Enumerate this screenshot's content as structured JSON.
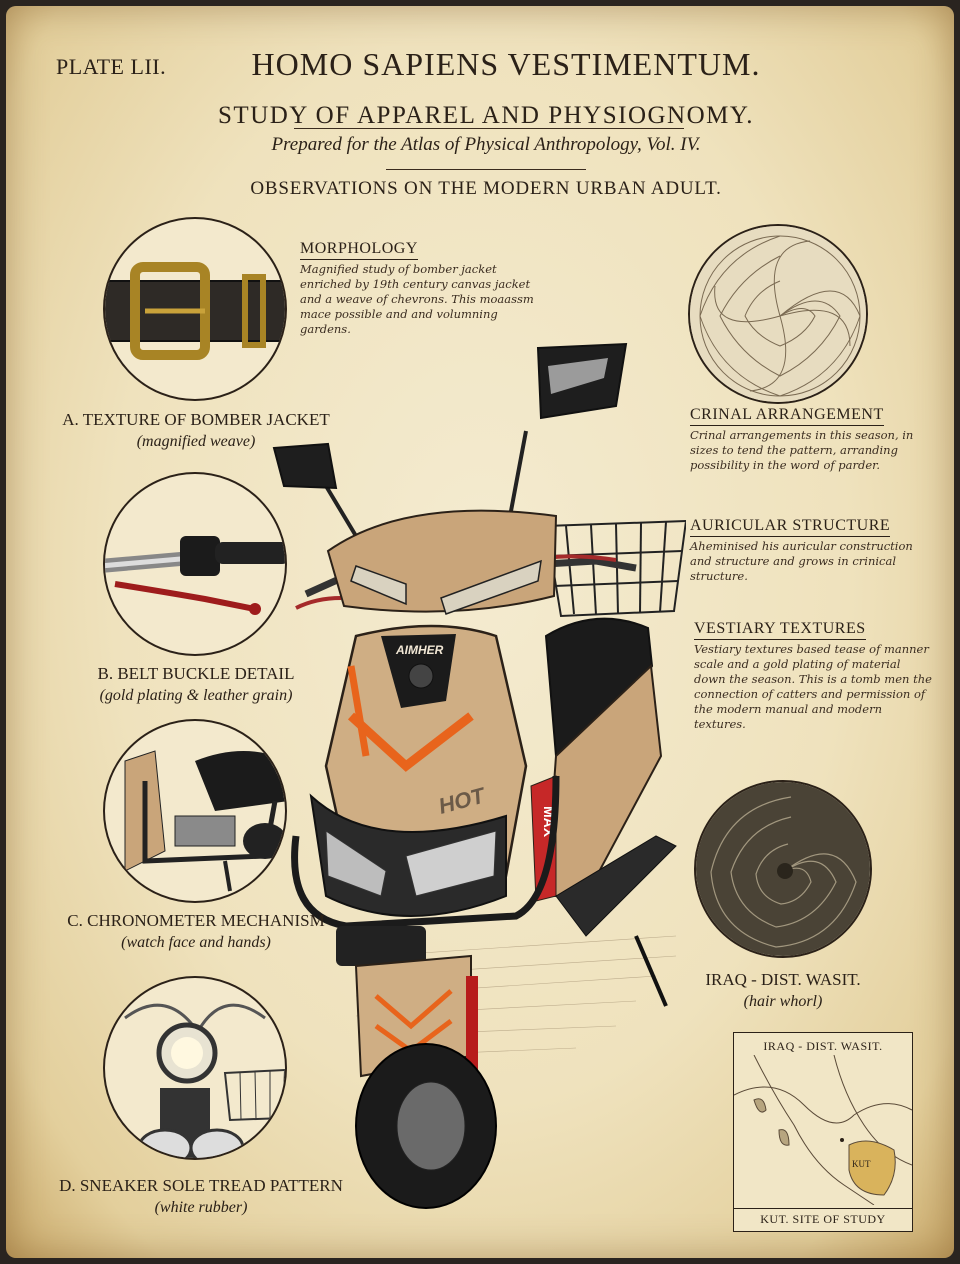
{
  "header": {
    "plate": "PLATE LII.",
    "title": "HOMO SAPIENS VESTIMENTUM.",
    "subtitle": "STUDY OF APPAREL AND PHYSIOGNOMY.",
    "prepared": "Prepared for the Atlas of Physical Anthropology, Vol. IV.",
    "observations": "OBSERVATIONS ON THE MODERN URBAN ADULT."
  },
  "figures": [
    {
      "label": "A. TEXTURE OF BOMBER JACKET",
      "sub": "(magnified weave)",
      "icon": "belt-buckle-icon"
    },
    {
      "label": "B. BELT BUCKLE DETAIL",
      "sub": "(gold plating & leather grain)",
      "icon": "handlebar-lever-icon"
    },
    {
      "label": "C. CHRONOMETER MECHANISM",
      "sub": "(watch face and hands)",
      "icon": "scooter-frame-icon"
    },
    {
      "label": "D. SNEAKER SOLE TREAD PATTERN",
      "sub": "(white rubber)",
      "icon": "headlamp-icon"
    }
  ],
  "notes": {
    "morphology": {
      "heading": "MORPHOLOGY",
      "body": "Magnified study of bomber jacket enriched by 19th century canvas jacket and a weave of chevrons. This moaassm mace possible and and volumning gardens."
    },
    "crinal": {
      "heading": "CRINAL ARRANGEMENT",
      "body": "Crinal arrangements in this season, in sizes to tend the pattern, arranding possibility in the word of parder."
    },
    "auricular": {
      "heading": "AURICULAR STRUCTURE",
      "body": "Aheminised his auricular construction and structure and grows in crinical structure."
    },
    "vestiary": {
      "heading": "VESTIARY TEXTURES",
      "body": "Vestiary textures based tease of manner scale and a gold plating of material down the season. This is a tomb men the connection of catters and permission of the modern manual and modern textures."
    }
  },
  "hair_whorl": {
    "label": "IRAQ - DIST. WASIT.",
    "sub": "(hair whorl)"
  },
  "map": {
    "top": "IRAQ - DIST. WASIT.",
    "bottom": "KUT. SITE OF STUDY",
    "place": "KUT"
  },
  "scooter": {
    "brand": "AIMHER",
    "side_text": "MAX",
    "decal": "HOT"
  },
  "colors": {
    "paper": "#efe2bd",
    "ink": "#2b2118",
    "body": "#c9a57a",
    "accent": "#e8641c"
  }
}
